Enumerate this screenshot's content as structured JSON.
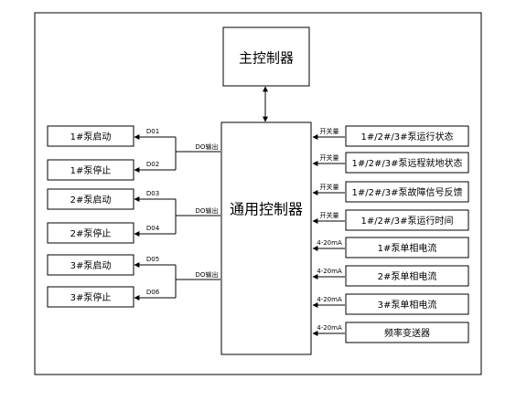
{
  "main_controller": {
    "label": "主控制器"
  },
  "general_controller": {
    "label": "通用控制器"
  },
  "outputs": [
    {
      "label": "1#泵启动",
      "signal": "D01"
    },
    {
      "label": "1#泵停止",
      "signal": "D02"
    },
    {
      "label": "2#泵启动",
      "signal": "D03"
    },
    {
      "label": "2#泵停止",
      "signal": "D04"
    },
    {
      "label": "3#泵启动",
      "signal": "D05"
    },
    {
      "label": "3#泵停止",
      "signal": "D06"
    }
  ],
  "do_output_label": "DO输出",
  "inputs": [
    {
      "label": "1#/2#/3#泵运行状态",
      "signal": "开关量"
    },
    {
      "label": "1#/2#/3#泵远程就地状态",
      "signal": "开关量"
    },
    {
      "label": "1#/2#/3#泵故障信号反馈",
      "signal": "开关量"
    },
    {
      "label": "1#/2#/3#泵运行时间",
      "signal": "开关量"
    },
    {
      "label": "1#泵单相电流",
      "signal": "4-20mA"
    },
    {
      "label": "2#泵单相电流",
      "signal": "4-20mA"
    },
    {
      "label": "3#泵单相电流",
      "signal": "4-20mA"
    },
    {
      "label": "频率变送器",
      "signal": "4-20mA"
    }
  ]
}
